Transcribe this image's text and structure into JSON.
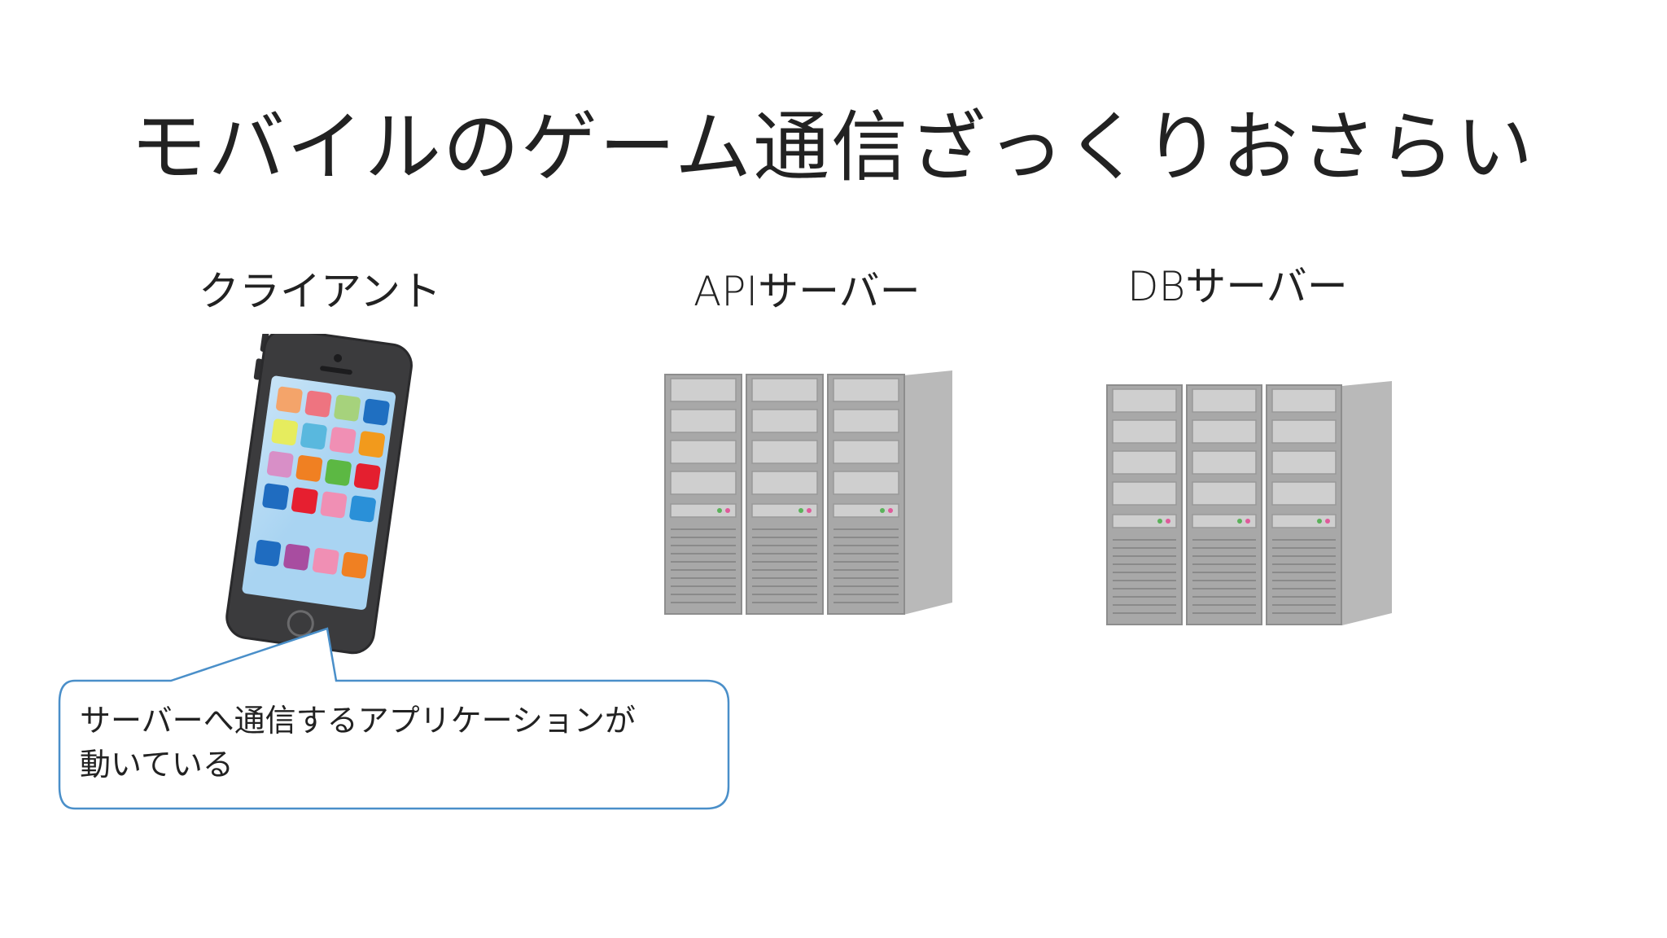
{
  "slide": {
    "title": "モバイルのゲーム通信ざっくりおさらい",
    "nodes": {
      "client": "クライアント",
      "api_server": "APIサーバー",
      "db_server": "DBサーバー"
    },
    "callout": {
      "line1": "サーバーへ通信するアプリケーションが",
      "line2": "動いている"
    }
  },
  "colors": {
    "callout_border": "#4a8fc9",
    "phone_body": "#3b3b3d",
    "server_gray": "#a9a9a9"
  },
  "icons": {
    "client": "smartphone-icon",
    "api_server": "server-rack-icon",
    "db_server": "server-rack-icon"
  }
}
